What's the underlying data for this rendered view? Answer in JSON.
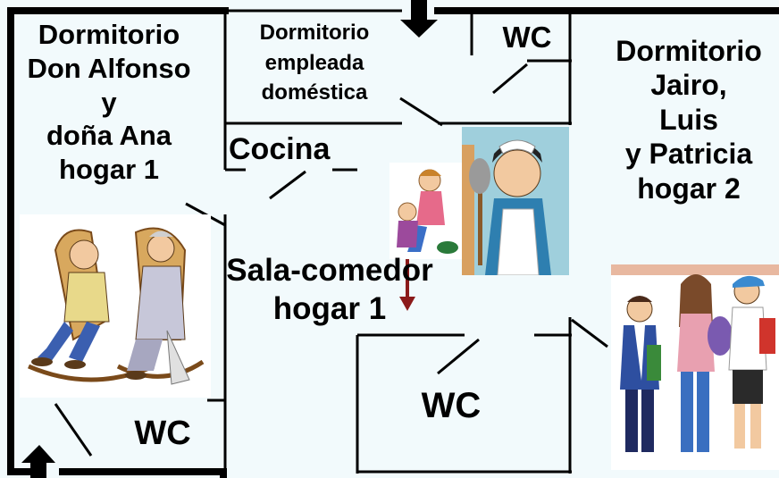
{
  "plan": {
    "rooms": {
      "dorm_alfonso": {
        "lines": [
          "Dormitorio",
          "Don Alfonso",
          "y",
          "doña Ana",
          "hogar 1"
        ]
      },
      "dorm_empleada": {
        "lines": [
          "Dormitorio",
          "empleada",
          "doméstica"
        ]
      },
      "wc_top": {
        "label": "WC"
      },
      "dorm_jairo": {
        "lines": [
          "Dormitorio",
          "Jairo,",
          "Luis",
          "y Patricia",
          "hogar 2"
        ]
      },
      "cocina": {
        "label": "Cocina"
      },
      "sala": {
        "lines": [
          "Sala-comedor",
          "hogar 1"
        ]
      },
      "wc_center": {
        "label": "WC"
      },
      "wc_bottom_left": {
        "label": "WC"
      }
    },
    "illustrations": {
      "elderly_couple": "elderly-couple-illustration",
      "maid": "maid-illustration",
      "children": "children-illustration",
      "teens": "teenagers-illustration"
    },
    "colors": {
      "wall": "#000000",
      "background": "#f2fafc",
      "arrow_vertical": "#8b1a1a"
    }
  }
}
